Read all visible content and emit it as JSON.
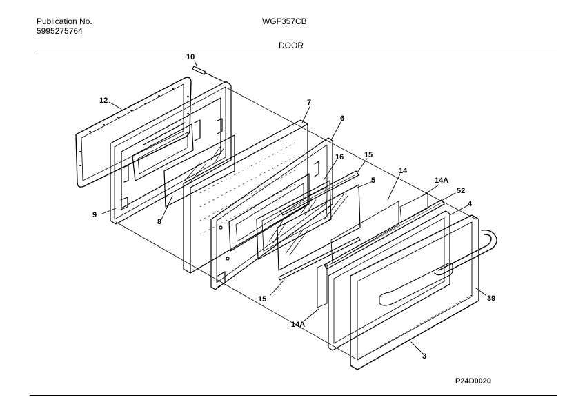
{
  "header": {
    "publication_label": "Publication No.",
    "publication_number": "5995275764",
    "model": "WGF357CB",
    "section": "DOOR"
  },
  "footer": {
    "drawing_code": "P24D0020"
  },
  "callouts": {
    "c10": "10",
    "c12": "12",
    "c7": "7",
    "c6": "6",
    "c15a": "15",
    "c16": "16",
    "c14": "14",
    "c5": "5",
    "c14A_top": "14A",
    "c52": "52",
    "c4": "4",
    "c9": "9",
    "c8": "8",
    "c15b": "15",
    "c39": "39",
    "c14A_bottom": "14A",
    "c3": "3"
  }
}
